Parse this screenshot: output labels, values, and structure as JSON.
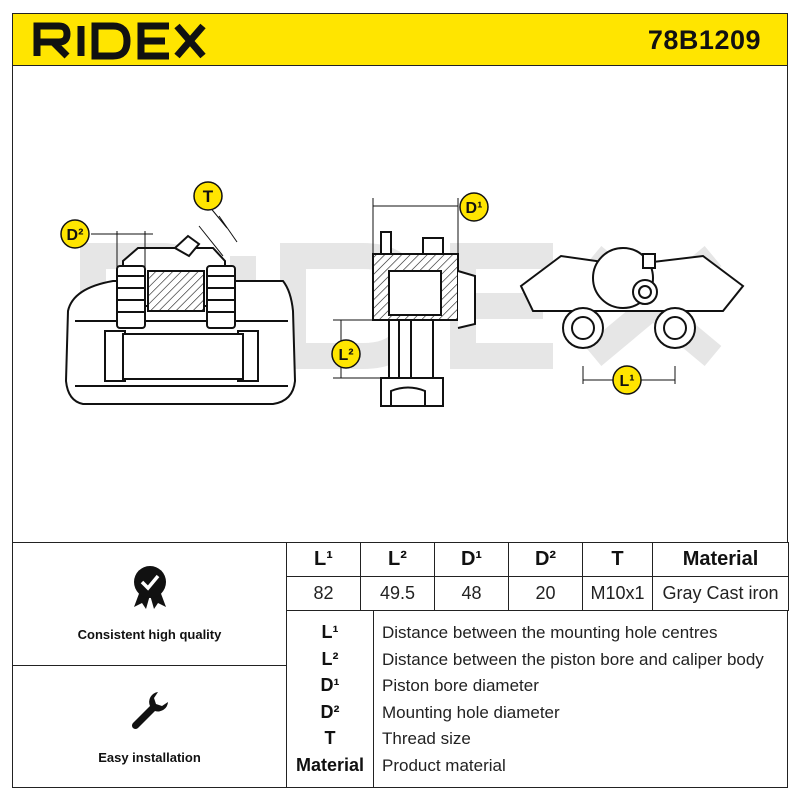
{
  "header": {
    "brand": "RIDEX",
    "part_number": "78B1209"
  },
  "diagram": {
    "watermark": "RIDEX",
    "labels": {
      "t": "T",
      "d2": "D²",
      "d1": "D¹",
      "l2": "L²",
      "l1": "L¹"
    }
  },
  "spec_table": {
    "headers": [
      "L¹",
      "L²",
      "D¹",
      "D²",
      "T",
      "Material"
    ],
    "values": [
      "82",
      "49.5",
      "48",
      "20",
      "M10x1",
      "Gray Cast iron"
    ]
  },
  "features": [
    {
      "label": "Consistent high quality",
      "icon": "quality-seal-icon"
    },
    {
      "label": "Easy installation",
      "icon": "wrench-icon"
    }
  ],
  "legend": [
    {
      "key": "L¹",
      "desc": "Distance between the mounting hole centres"
    },
    {
      "key": "L²",
      "desc": "Distance between the piston bore and caliper body"
    },
    {
      "key": "D¹",
      "desc": "Piston bore diameter"
    },
    {
      "key": "D²",
      "desc": "Mounting hole diameter"
    },
    {
      "key": "T",
      "desc": "Thread size"
    },
    {
      "key": "Material",
      "desc": "Product material"
    }
  ],
  "colors": {
    "brand_yellow": "#ffe500",
    "ink": "#111111",
    "watermark": "#e6e6e6"
  }
}
